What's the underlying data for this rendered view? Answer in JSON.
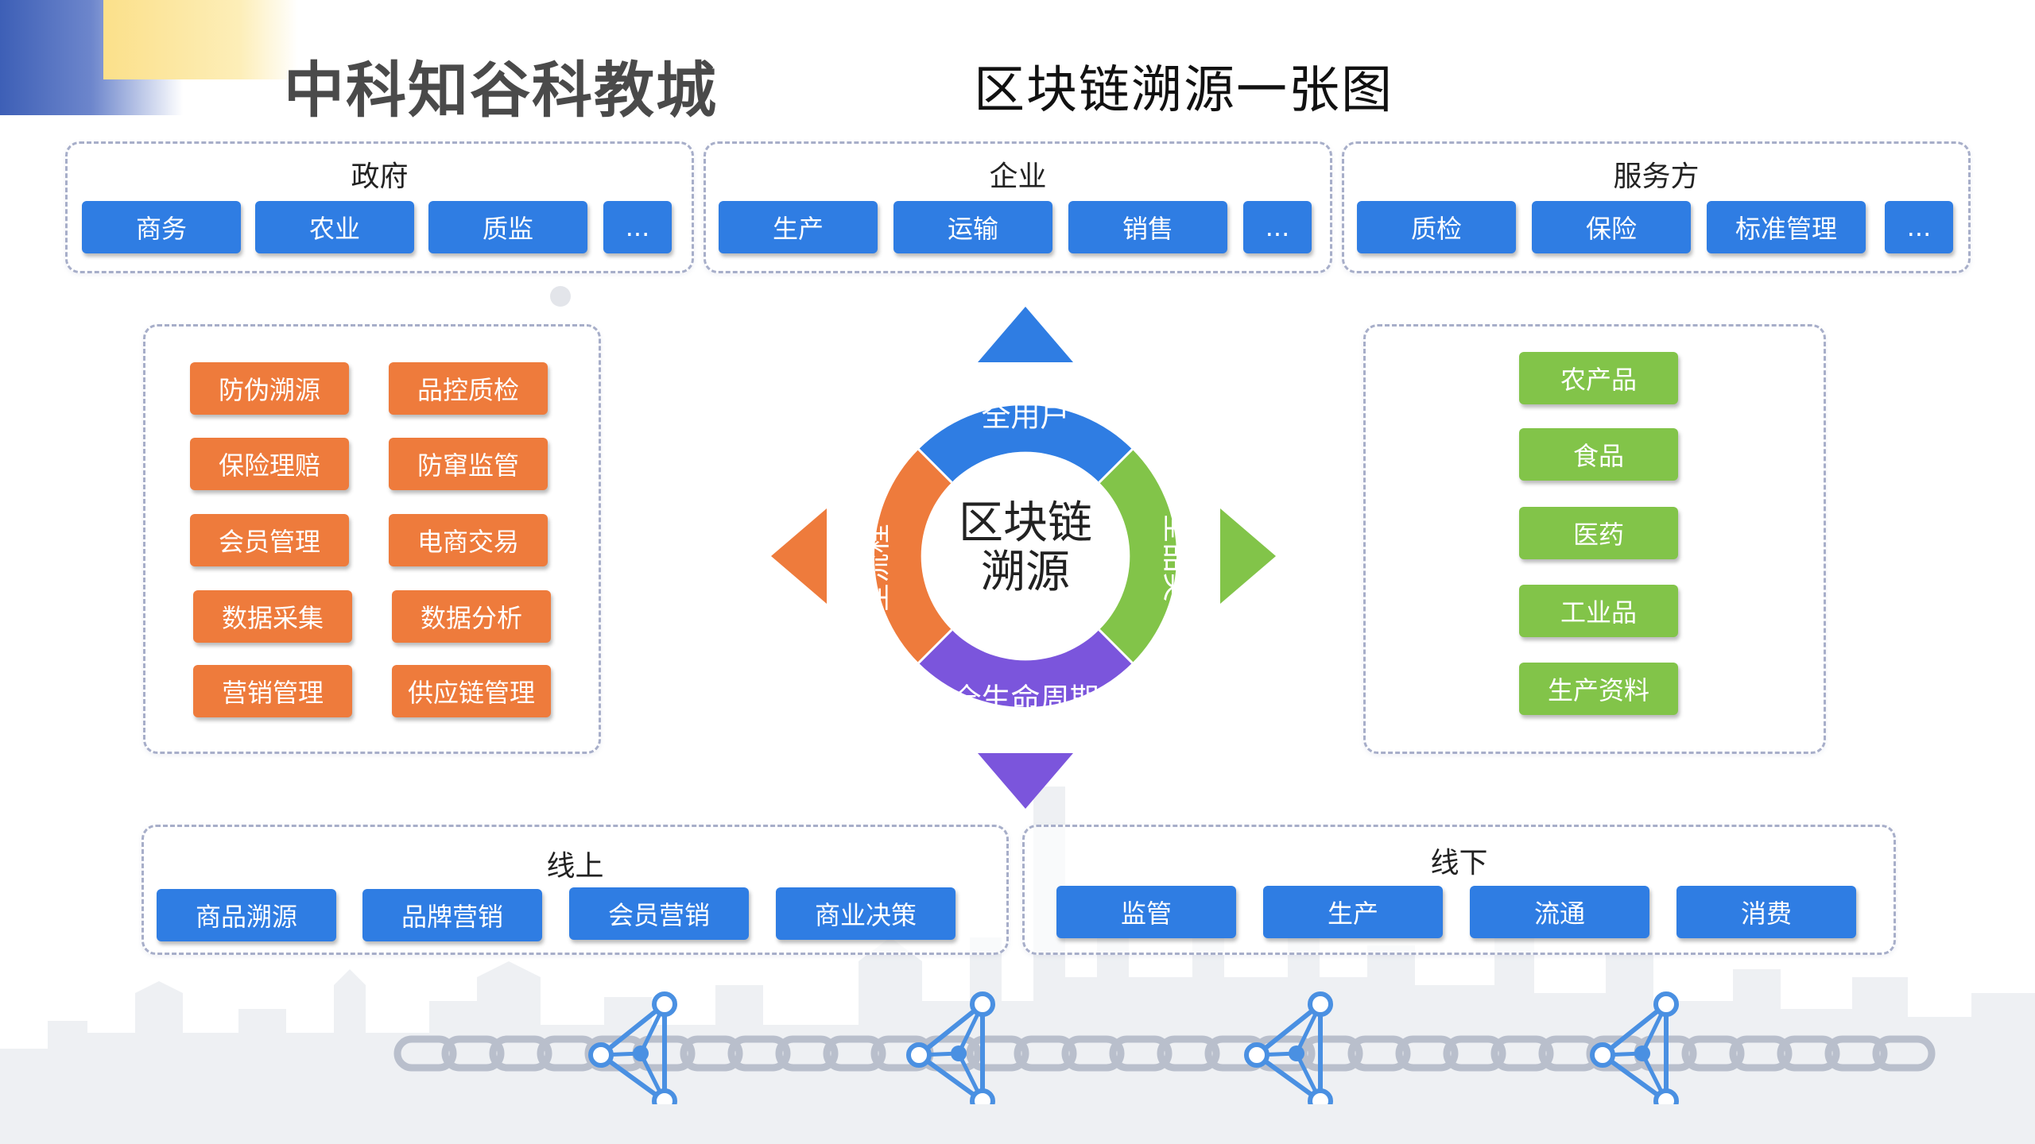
{
  "header": {
    "brand": "中科知谷科教城",
    "title": "区块链溯源一张图"
  },
  "top_groups": [
    {
      "title": "政府",
      "items": [
        "商务",
        "农业",
        "质监",
        "..."
      ]
    },
    {
      "title": "企业",
      "items": [
        "生产",
        "运输",
        "销售",
        "..."
      ]
    },
    {
      "title": "服务方",
      "items": [
        "质检",
        "保险",
        "标准管理",
        "..."
      ]
    }
  ],
  "left_panel": {
    "items": [
      "防伪溯源",
      "品控质检",
      "保险理赔",
      "防窜监管",
      "会员管理",
      "电商交易",
      "数据采集",
      "数据分析",
      "营销管理",
      "供应链管理"
    ]
  },
  "right_panel": {
    "items": [
      "农产品",
      "食品",
      "医药",
      "工业品",
      "生产资料"
    ]
  },
  "center": {
    "title_line1": "区块链",
    "title_line2": "溯源",
    "segments": {
      "top": "全用户",
      "right": "全品类",
      "bottom": "全生命周期",
      "left": "全流程"
    },
    "colors": {
      "top": "#2f7de3",
      "right": "#82c449",
      "bottom": "#7b55dc",
      "left": "#ee7b3c"
    }
  },
  "bottom_groups": [
    {
      "title": "线上",
      "items": [
        "商品溯源",
        "品牌营销",
        "会员营销",
        "商业决策"
      ]
    },
    {
      "title": "线下",
      "items": [
        "监管",
        "生产",
        "流通",
        "消费"
      ]
    }
  ],
  "colors": {
    "button_blue": "#2f7de3",
    "button_orange": "#ee7b3c",
    "button_green": "#82c449",
    "chain_blue": "#4a90e2",
    "border_dashed": "#a7aec9"
  }
}
